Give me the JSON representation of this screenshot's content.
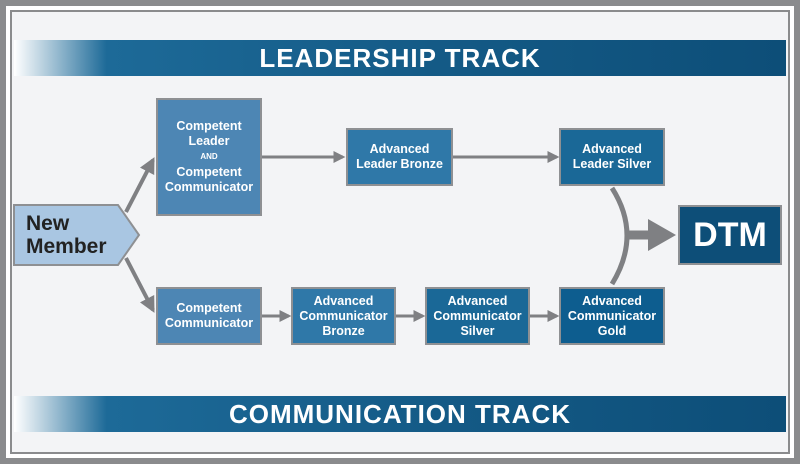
{
  "banners": {
    "top": "LEADERSHIP TRACK",
    "bottom": "COMMUNICATION TRACK"
  },
  "start": {
    "line1": "New",
    "line2": "Member"
  },
  "leadership": {
    "combined": {
      "a1": "Competent",
      "a2": "Leader",
      "and": "AND",
      "b1": "Competent",
      "b2": "Communicator"
    },
    "bronze": {
      "line1": "Advanced",
      "line2": "Leader Bronze"
    },
    "silver": {
      "line1": "Advanced",
      "line2": "Leader Silver"
    }
  },
  "communication": {
    "competent": {
      "line1": "Competent",
      "line2": "Communicator"
    },
    "bronze": {
      "line1": "Advanced",
      "line2": "Communicator",
      "line3": "Bronze"
    },
    "silver": {
      "line1": "Advanced",
      "line2": "Communicator",
      "line3": "Silver"
    },
    "gold": {
      "line1": "Advanced",
      "line2": "Communicator",
      "line3": "Gold"
    }
  },
  "goal": "DTM",
  "colors": {
    "banner": "#145a86",
    "box_light": "#4d86b4",
    "box_dark": "#0d5d8f",
    "dtm": "#0d4e78",
    "arrow": "#7f8083",
    "start_shape": "#a9c6e2"
  }
}
